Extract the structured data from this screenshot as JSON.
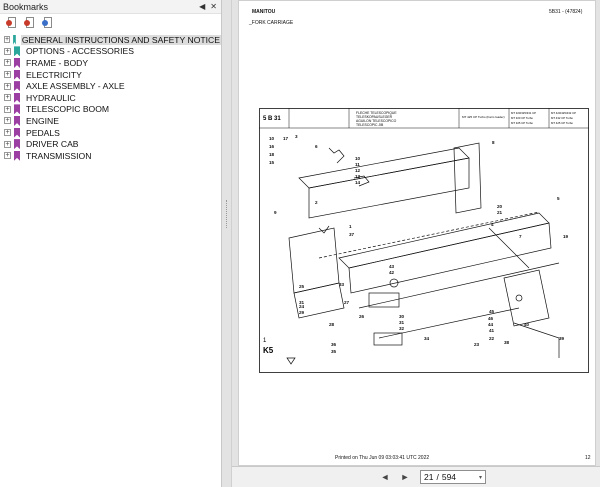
{
  "bookmarks_panel": {
    "title": "Bookmarks",
    "ctrl_collapse": "◀",
    "ctrl_close": "✕",
    "toolbar": [
      {
        "icon": "expand-bookmark-icon"
      },
      {
        "icon": "collapse-bookmark-icon"
      },
      {
        "icon": "bookmark-options-icon"
      }
    ],
    "items": [
      {
        "label": "GENERAL INSTRUCTIONS AND SAFETY NOTICE",
        "color": "#2aa69a",
        "selected": true
      },
      {
        "label": "OPTIONS - ACCESSORIES",
        "color": "#2aa69a",
        "selected": false
      },
      {
        "label": "FRAME - BODY",
        "color": "#9b3fa3",
        "selected": false
      },
      {
        "label": "ELECTRICITY",
        "color": "#9b3fa3",
        "selected": false
      },
      {
        "label": "AXLE ASSEMBLY - AXLE",
        "color": "#9b3fa3",
        "selected": false
      },
      {
        "label": "HYDRAULIC",
        "color": "#9b3fa3",
        "selected": false
      },
      {
        "label": "TELESCOPIC BOOM",
        "color": "#9b3fa3",
        "selected": false
      },
      {
        "label": "ENGINE",
        "color": "#9b3fa3",
        "selected": false
      },
      {
        "label": "PEDALS",
        "color": "#9b3fa3",
        "selected": false
      },
      {
        "label": "DRIVER CAB",
        "color": "#9b3fa3",
        "selected": false
      },
      {
        "label": "TRANSMISSION",
        "color": "#9b3fa3",
        "selected": false
      }
    ],
    "expander_symbol": "+"
  },
  "document": {
    "header_brand": "MANITOU",
    "header_code": "5B31 - (47824)",
    "section_title": "_FORK CARRIAGE",
    "drawing": {
      "sheet_id": "5 B 31",
      "title_lines": [
        "FLECHE TELESCOPIQUE",
        "TELESKOPAUSLEGER",
        "AGUILON TELESCOPICO",
        "TELESCOPIC JIB"
      ],
      "models_left": "MT 425 CP Turbo (Farm loader)",
      "models_right": [
        "MT 420/425/432 CP",
        "MT 432 CP Turbo",
        "MT 425 CP Turbo"
      ],
      "models_mid": [
        "MT 320/325/331 CP",
        "MT 320 CP Turbo",
        "MT 325 CP Turbo"
      ],
      "corner_label": "K5",
      "corner_number": "1",
      "part_numbers": [
        "10",
        "17",
        "3",
        "16",
        "18",
        "15",
        "6",
        "10",
        "11",
        "12",
        "13",
        "14",
        "2",
        "8",
        "5",
        "20",
        "21",
        "19",
        "1",
        "37",
        "4",
        "7",
        "43",
        "42",
        "45",
        "25",
        "31",
        "33",
        "24",
        "29",
        "30",
        "31",
        "32",
        "35",
        "36",
        "34",
        "28",
        "27",
        "26",
        "41",
        "22",
        "23",
        "38",
        "39",
        "46",
        "44",
        "40",
        "9"
      ]
    },
    "footer_printed": "Printed on    Thu Jun 09 03:03:41 UTC 2022",
    "footer_page": "12"
  },
  "navigation": {
    "prev_label": "◄",
    "next_label": "►",
    "current_page": "21",
    "separator": "/",
    "total_pages": "594",
    "dropdown": "▾"
  }
}
